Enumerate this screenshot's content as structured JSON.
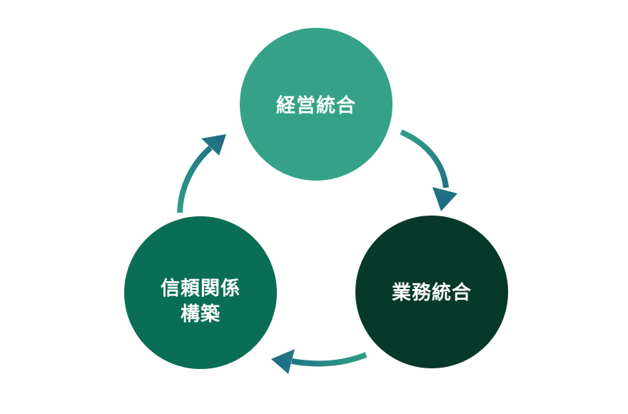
{
  "background_color": "#FFFFFF",
  "diagram": {
    "type": "cycle",
    "direction": "clockwise",
    "nodes": [
      {
        "id": "keiei-togo",
        "label": "経営統合",
        "fill": "#35A287",
        "text_color": "#FFFFFF"
      },
      {
        "id": "gyomu-togo",
        "label": "業務統合",
        "fill": "#06392A",
        "text_color": "#FFFFFF"
      },
      {
        "id": "shinrai-kankei-kochiku",
        "label": "信頼関係構築",
        "label_line1": "信頼関係",
        "label_line2": "構築",
        "fill": "#0A6E55",
        "text_color": "#FFFFFF"
      }
    ],
    "arrows": {
      "tail_color": "#2F9E85",
      "head_color": "#1E6C84",
      "items": [
        {
          "from": "経営統合",
          "to": "業務統合"
        },
        {
          "from": "業務統合",
          "to": "信頼関係構築"
        },
        {
          "from": "信頼関係構築",
          "to": "経営統合"
        }
      ]
    }
  }
}
